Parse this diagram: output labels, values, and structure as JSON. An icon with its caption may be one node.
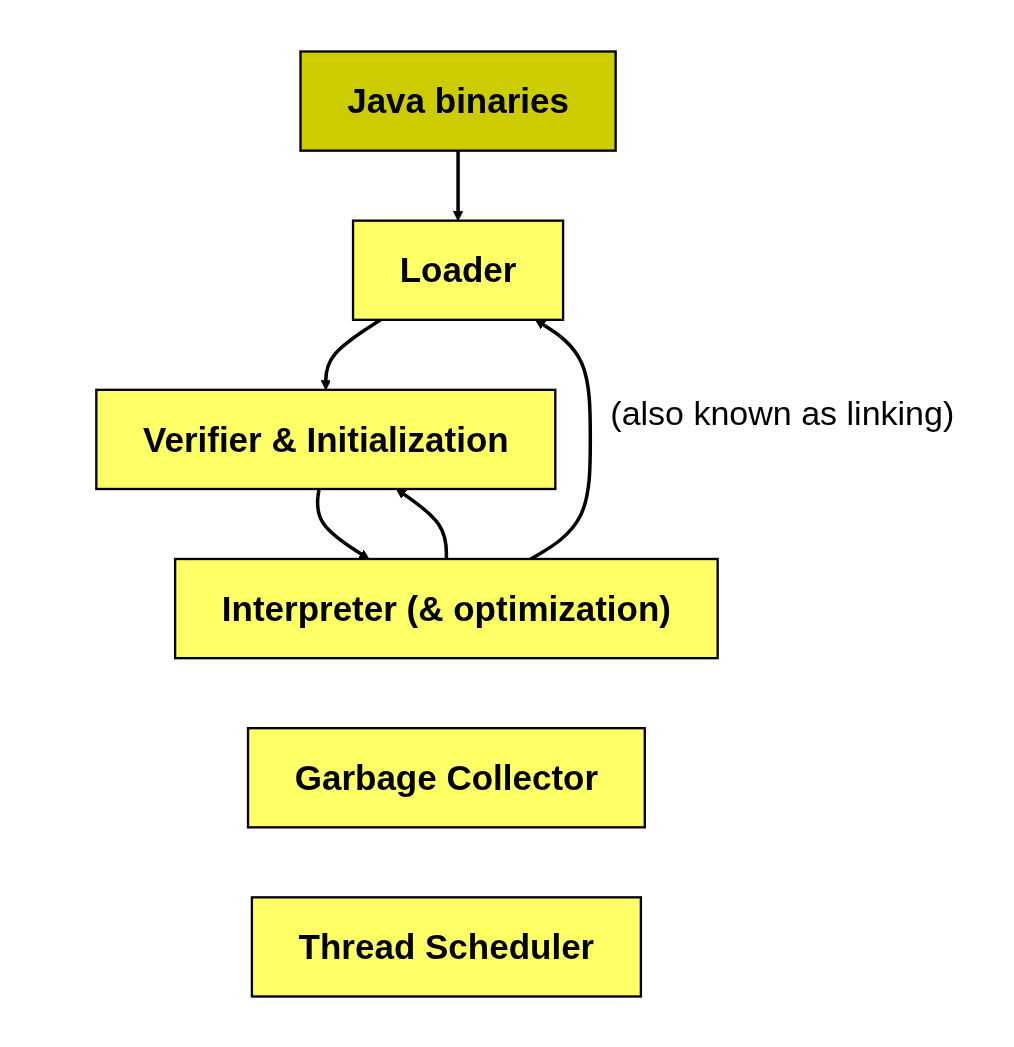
{
  "diagram": {
    "nodes": [
      {
        "text": [
          "Java binaries"
        ]
      },
      {
        "text": [
          "Loader"
        ]
      },
      {
        "text": [
          "Verifier & Initialization"
        ],
        "beside": [
          "(also known as linking)"
        ]
      },
      {
        "text": [
          "Interpreter (& optimization)"
        ]
      },
      {
        "text": [
          "Garbage Collector"
        ]
      },
      {
        "text": [
          "Thread Scheduler"
        ]
      }
    ],
    "edges": [
      {
        "from": 0,
        "to": 1,
        "arrow": "to"
      },
      {
        "from": 1,
        "to": 2,
        "arrow": "to"
      },
      {
        "from": 2,
        "to": 3,
        "arrow": "to"
      },
      {
        "from": 3,
        "to": 2,
        "arrow": "to"
      },
      {
        "from": 3,
        "to": 1,
        "arrow": "to"
      }
    ]
  }
}
